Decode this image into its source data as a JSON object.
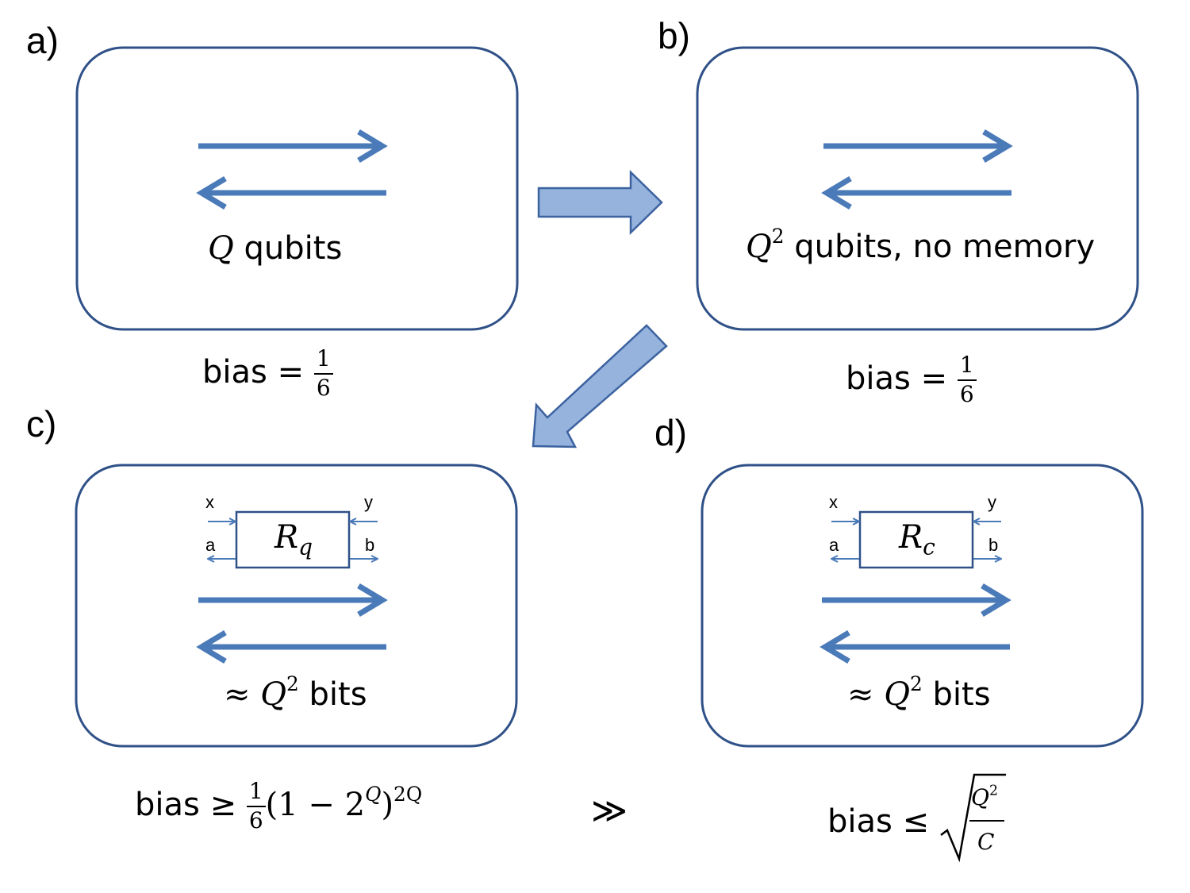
{
  "panels": {
    "a": {
      "label": "a)",
      "caption_var": "Q",
      "caption_rest": " qubits",
      "bias_text": "bias = ",
      "bias_num": "1",
      "bias_den": "6"
    },
    "b": {
      "label": "b)",
      "caption_var": "Q",
      "caption_sup": "2",
      "caption_rest": " qubits, no memory",
      "bias_text": "bias = ",
      "bias_num": "1",
      "bias_den": "6"
    },
    "c": {
      "label": "c)",
      "caption_pre": "≈ ",
      "caption_var": "Q",
      "caption_sup": "2",
      "caption_rest": " bits",
      "box_var": "R",
      "box_sub": "q",
      "port_x": "x",
      "port_y": "y",
      "port_a": "a",
      "port_b": "b",
      "bias_text": "bias ≥ ",
      "bias_num": "1",
      "bias_den": "6",
      "bias_tail": "(1 − 2",
      "bias_tail_sup": "Q",
      "bias_tail_close": ")",
      "bias_tail_sup2": "2Q"
    },
    "d": {
      "label": "d)",
      "caption_pre": "≈ ",
      "caption_var": "Q",
      "caption_sup": "2",
      "caption_rest": " bits",
      "box_var": "R",
      "box_sub": "c",
      "port_x": "x",
      "port_y": "y",
      "port_a": "a",
      "port_b": "b",
      "bias_text": "bias ≤ ",
      "sqrt_num_var": "Q",
      "sqrt_num_sup": "2",
      "sqrt_den_var": "C"
    }
  },
  "comparison": "≫",
  "colors": {
    "box_stroke": "#2f5188",
    "arrow": "#4a7ab8",
    "block_arrow_fill": "#95b3dc",
    "block_arrow_stroke": "#3c62a0"
  }
}
